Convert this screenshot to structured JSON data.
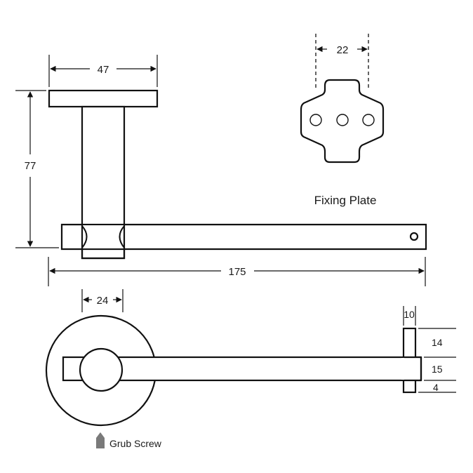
{
  "dimensions": {
    "top_width": "47",
    "height": "77",
    "total_length": "175",
    "fixing_plate_spacing": "22",
    "base_offset": "24",
    "arm_thickness": "10",
    "dim_14": "14",
    "dim_15": "15",
    "dim_4": "4"
  },
  "labels": {
    "fixing_plate": "Fixing Plate",
    "grub_screw": "Grub Screw"
  },
  "colors": {
    "line": "#111111",
    "marker": "#7a7a7a"
  }
}
